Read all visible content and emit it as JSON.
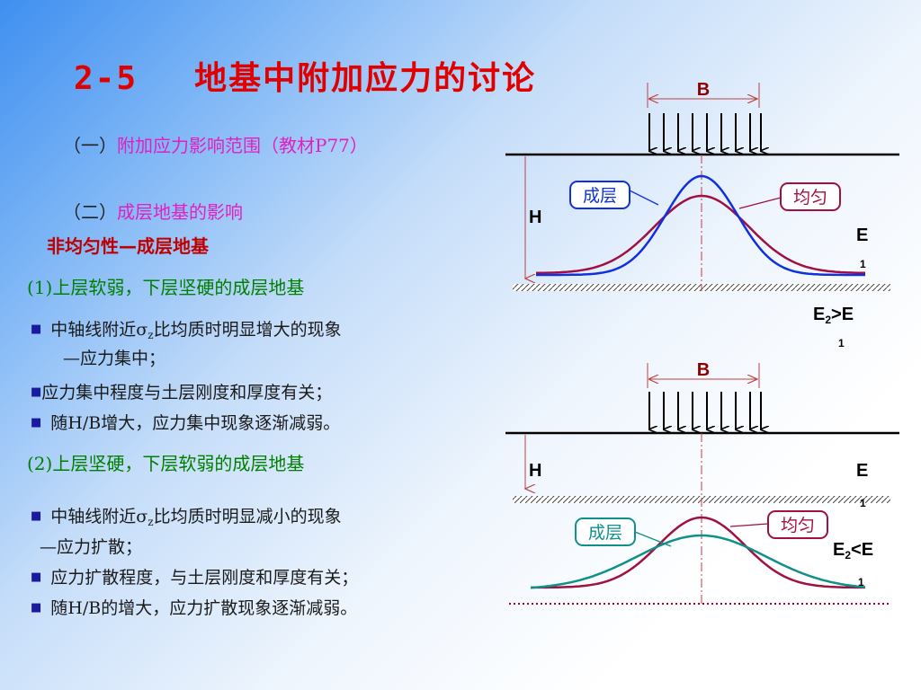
{
  "title": {
    "num": "2-5",
    "text": "地基中附加应力的讨论"
  },
  "section1": {
    "prefix": "（一）",
    "text": "附加应力影响范围（教材P77）"
  },
  "section2": {
    "prefix": "（二）",
    "text": "成层地基的影响"
  },
  "subtitle": "非均匀性—成层地基",
  "case1": {
    "heading": "(1)上层软弱，下层坚硬的成层地基",
    "b1a": "中轴线附近σ",
    "b1sub": "z",
    "b1b": "比均质时明显增大的现象",
    "b1c": "—应力集中；",
    "b2": "应力集中程度与土层刚度和厚度有关；",
    "b3": "随H/B增大，应力集中现象逐渐减弱。"
  },
  "case2": {
    "heading": "(2)上层坚硬，下层软弱的成层地基",
    "b1a": "中轴线附近σ",
    "b1sub": "z",
    "b1b": "比均质时明显减小的现象",
    "b1c": "—应力扩散；",
    "b2": "应力扩散程度，与土层刚度和厚度有关；",
    "b3": "随H/B的增大，应力扩散现象逐渐减弱。"
  },
  "diagram1": {
    "width_label": "B",
    "height_label": "H",
    "layered_label": "成层",
    "uniform_label": "均匀",
    "e_main": "E",
    "e_sub": "1",
    "relation_a": "E",
    "relation_sub_a": "2",
    "relation_op": ">E",
    "relation_sub_b": "1"
  },
  "diagram2": {
    "width_label": "B",
    "height_label": "H",
    "layered_label": "成层",
    "uniform_label": "均匀",
    "e_main": "E",
    "e_sub": "1",
    "relation_a": "E",
    "relation_sub_a": "2",
    "relation_op": "<E",
    "relation_sub_b": "1"
  },
  "colors": {
    "title": "#e00000",
    "highlight": "#e020c0",
    "heading_green": "#008000",
    "red_text": "#c00000",
    "layered_curve_1": "#1030e0",
    "layered_curve_2": "#10908a",
    "uniform_curve": "#a01040"
  }
}
